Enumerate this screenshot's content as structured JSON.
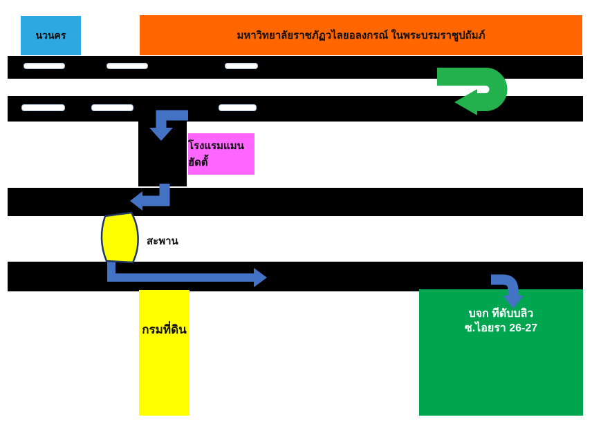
{
  "landmarks": {
    "navanakorn": {
      "label": "นวนคร"
    },
    "university": {
      "label": "มหาวิทยาลัยราชภัฏวไลยอลงกรณ์ ในพระบรมราชูปถัมภ์"
    },
    "hotel": {
      "label": "โรงแรมแมนฮัดตั้"
    },
    "bridge": {
      "label": "สะพาน"
    },
    "land_department": {
      "label": "กรมที่ดิน"
    },
    "company": {
      "line1": "บจก ทีดับบลิว",
      "line2": "ซ.ไอยรา 26-27"
    }
  },
  "colors": {
    "road_black": "#000000",
    "lane_marking_white": "#ffffff",
    "navanakorn_blue": "#2EA8E0",
    "university_orange": "#FF6600",
    "hotel_pink": "#FF66FF",
    "bridge_yellow": "#FFFF00",
    "land_department_yellow": "#FFFF00",
    "company_green": "#00A550",
    "route_arrow_blue": "#4472C4",
    "uturn_arrow_green": "#22B14C",
    "bridge_outline": "#1F3864"
  }
}
